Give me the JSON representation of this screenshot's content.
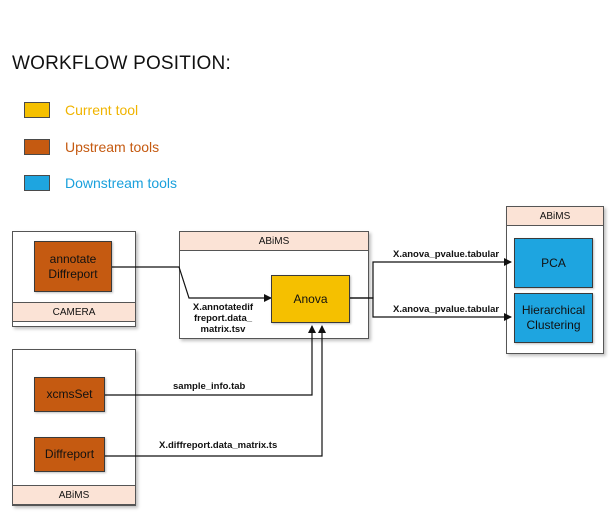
{
  "title": "WORKFLOW POSITION:",
  "colors": {
    "current": "#f5c000",
    "upstream": "#c55a11",
    "downstream": "#1ea5e0",
    "current_text": "#f0b400",
    "upstream_text": "#c55a11",
    "downstream_text": "#1aa0dc",
    "group_label_fill": "#fbe3d6"
  },
  "legend": [
    {
      "label": "Current tool",
      "kind": "current"
    },
    {
      "label": "Upstream tools",
      "kind": "upstream"
    },
    {
      "label": "Downstream tools",
      "kind": "downstream"
    }
  ],
  "groups": {
    "camera": "CAMERA",
    "abims_center": "ABiMS",
    "abims_bottom": "ABiMS",
    "abims_right": "ABiMS"
  },
  "nodes": {
    "annotate": "annotate Diffreport",
    "xcmsset": "xcmsSet",
    "diffreport": "Diffreport",
    "anova": "Anova",
    "pca": "PCA",
    "hierarchical": "Hierarchical Clustering"
  },
  "edges": {
    "annotate_to_anova": "X.annotatedif freport.data_ matrix.tsv",
    "xcmsset_to_anova": "sample_info.tab",
    "diffreport_to_anova": "X.diffreport.data_matrix.ts",
    "anova_to_pca": "X.anova_pvalue.tabular",
    "anova_to_hierarchical": "X.anova_pvalue.tabular"
  }
}
